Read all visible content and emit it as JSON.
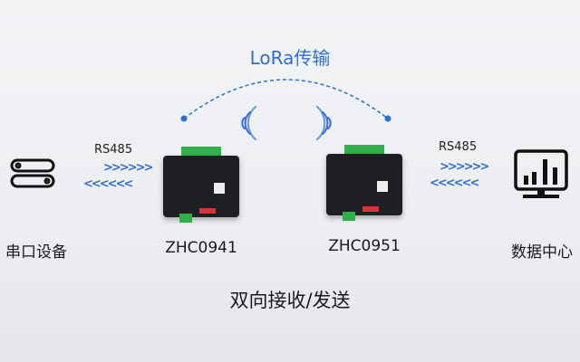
{
  "title": "LoRa传输",
  "left": {
    "label": "串口设备",
    "protocol": "RS485",
    "send_arrows": ">>>>>>",
    "recv_arrows": "<<<<<<"
  },
  "device1": {
    "label": "ZHC0941"
  },
  "device2": {
    "label": "ZHC0951"
  },
  "right": {
    "label": "数据中心",
    "protocol": "RS485",
    "send_arrows": ">>>>>>",
    "recv_arrows": "<<<<<<"
  },
  "caption": "双向接收/发送",
  "colors": {
    "accent": "#2f6fd6"
  }
}
